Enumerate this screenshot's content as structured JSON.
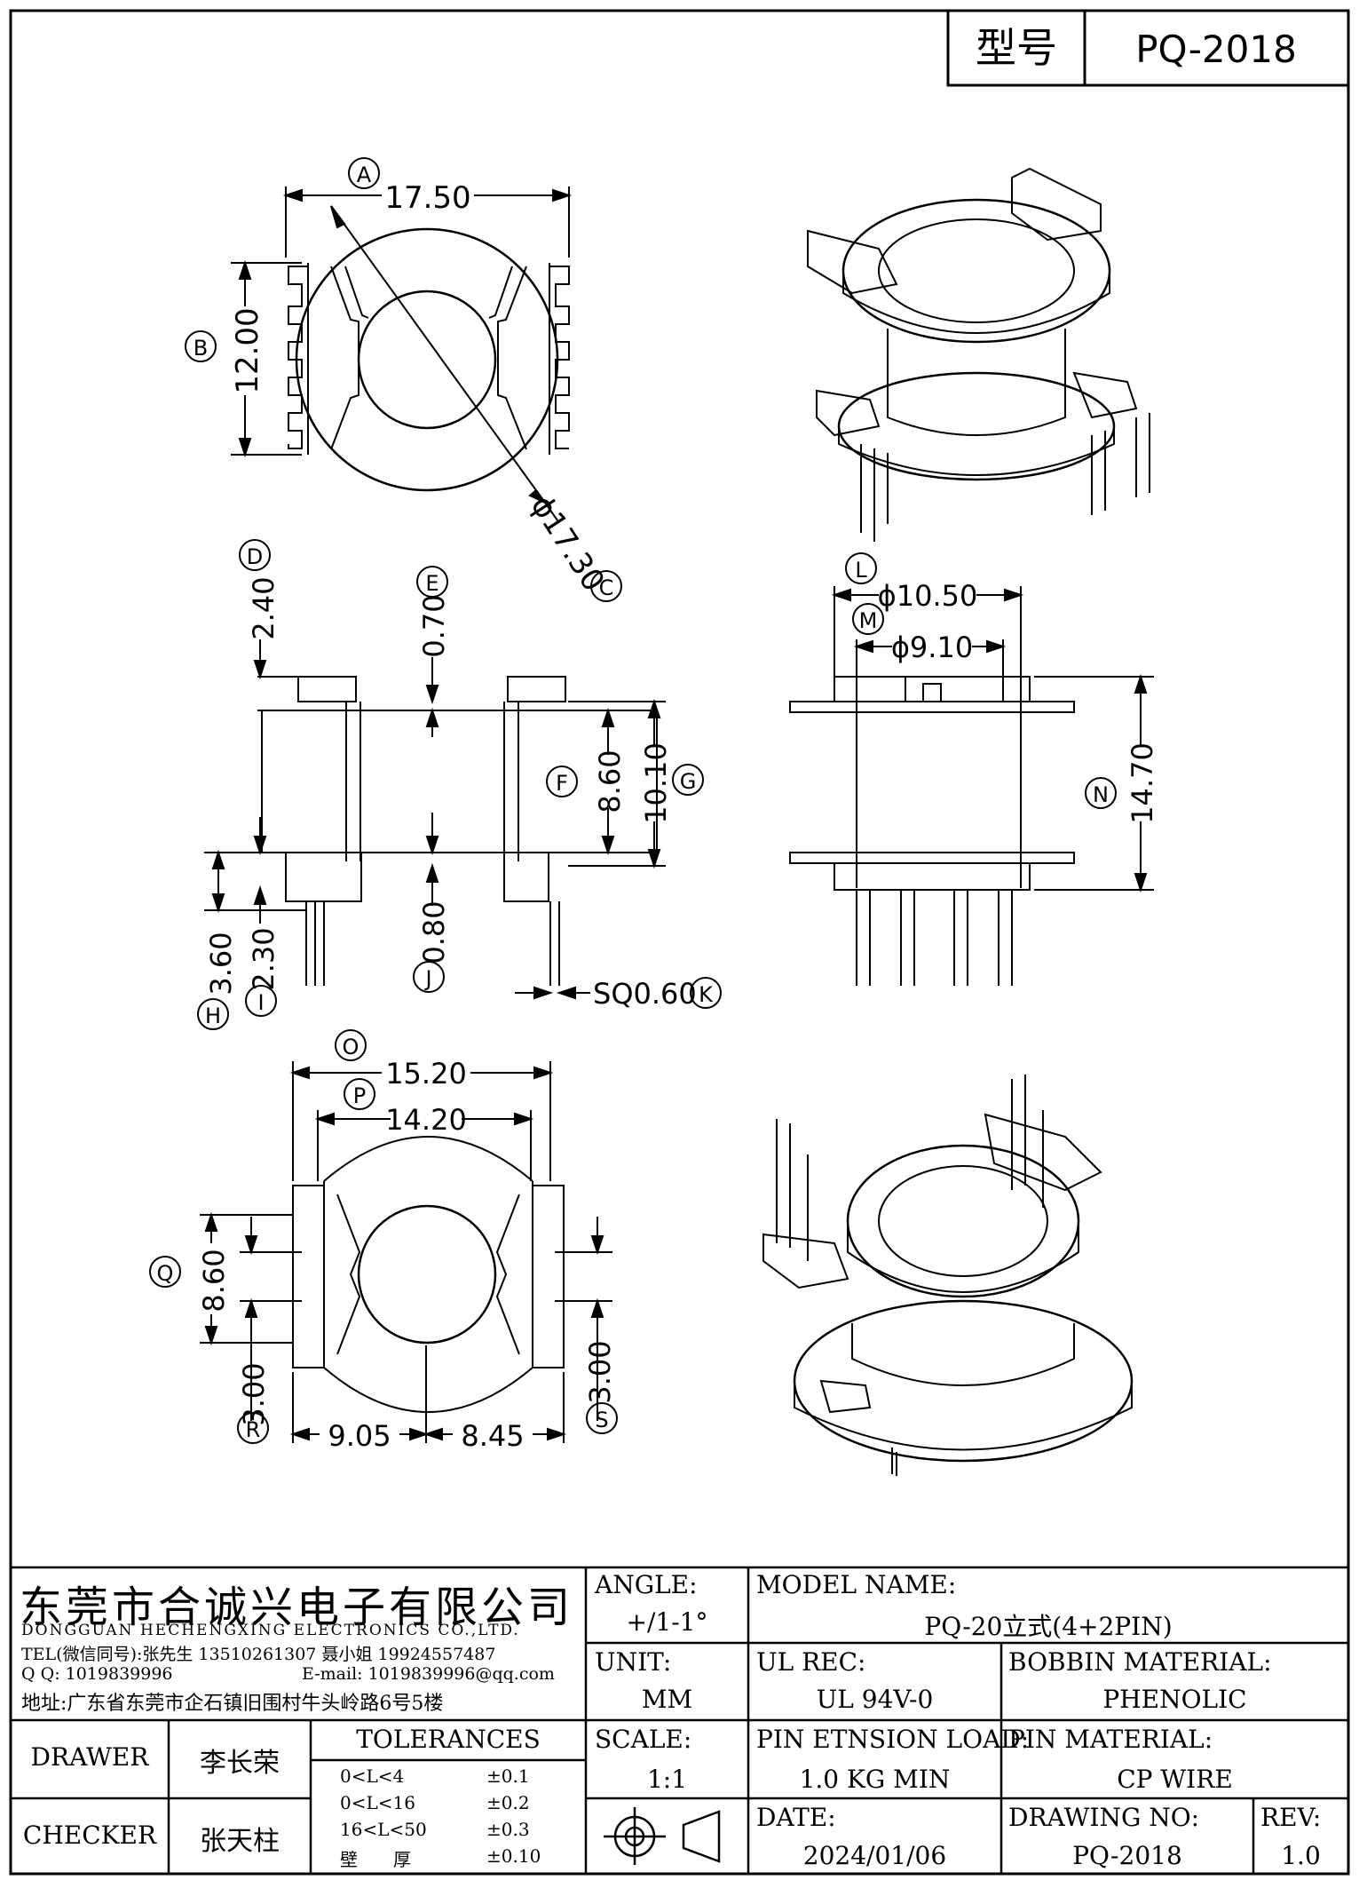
{
  "header": {
    "model_label": "型号",
    "model_value": "PQ-2018"
  },
  "company": {
    "name_cn": "东莞市合诚兴电子有限公司",
    "name_en": "DONGGUAN HECHENGXING ELECTRONICS CO.,LTD.",
    "tel": "TEL(微信同号):张先生 13510261307 聂小姐 19924557487",
    "qq": "Q Q: 1019839996",
    "email": "E-mail: 1019839996@qq.com",
    "address": "地址:广东省东莞市企石镇旧围村牛头岭路6号5楼"
  },
  "title_block": {
    "angle_label": "ANGLE:",
    "angle_value": "+/1-1°",
    "unit_label": "UNIT:",
    "unit_value": "MM",
    "scale_label": "SCALE:",
    "scale_value": "1:1",
    "model_name_label": "MODEL NAME:",
    "model_name_value": "PQ-20立式(4+2PIN)",
    "ul_label": "UL REC:",
    "ul_value": "UL 94V-0",
    "bobbin_label": "BOBBIN MATERIAL:",
    "bobbin_value": "PHENOLIC",
    "pin_load_label": "PIN ETNSION LOAD:",
    "pin_load_value": "1.0 KG MIN",
    "pin_mat_label": "PIN MATERIAL:",
    "pin_mat_value": "CP WIRE",
    "date_label": "DATE:",
    "date_value": "2024/01/06",
    "drawing_no_label": "DRAWING NO:",
    "drawing_no_value": "PQ-2018",
    "rev_label": "REV:",
    "rev_value": "1.0",
    "drawer_label": "DRAWER",
    "drawer_value": "李长荣",
    "checker_label": "CHECKER",
    "checker_value": "张天柱",
    "tolerances_label": "TOLERANCES",
    "tolerances": [
      {
        "range": "0<L<4",
        "tol": "±0.1"
      },
      {
        "range": "0<L<16",
        "tol": "±0.2"
      },
      {
        "range": "16<L<50",
        "tol": "±0.3"
      },
      {
        "range": "壁　　厚",
        "tol": "±0.10"
      }
    ]
  },
  "dimensions": {
    "A": "17.50",
    "B": "12.00",
    "C": "ϕ17.30",
    "D": "2.40",
    "E": "0.70",
    "F": "8.60",
    "G": "10.10",
    "H": "3.60",
    "I": "2.30",
    "J": "0.80",
    "K": "SQ0.60",
    "L": "ϕ10.50",
    "M": "ϕ9.10",
    "N": "14.70",
    "O": "15.20",
    "P": "14.20",
    "Q": "8.60",
    "R": "3.00",
    "S": "3.00",
    "bottom_left": "9.05",
    "bottom_right": "8.45"
  },
  "callouts": [
    "A",
    "B",
    "C",
    "D",
    "E",
    "F",
    "G",
    "H",
    "I",
    "J",
    "K",
    "L",
    "M",
    "N",
    "O",
    "P",
    "Q",
    "R",
    "S"
  ]
}
